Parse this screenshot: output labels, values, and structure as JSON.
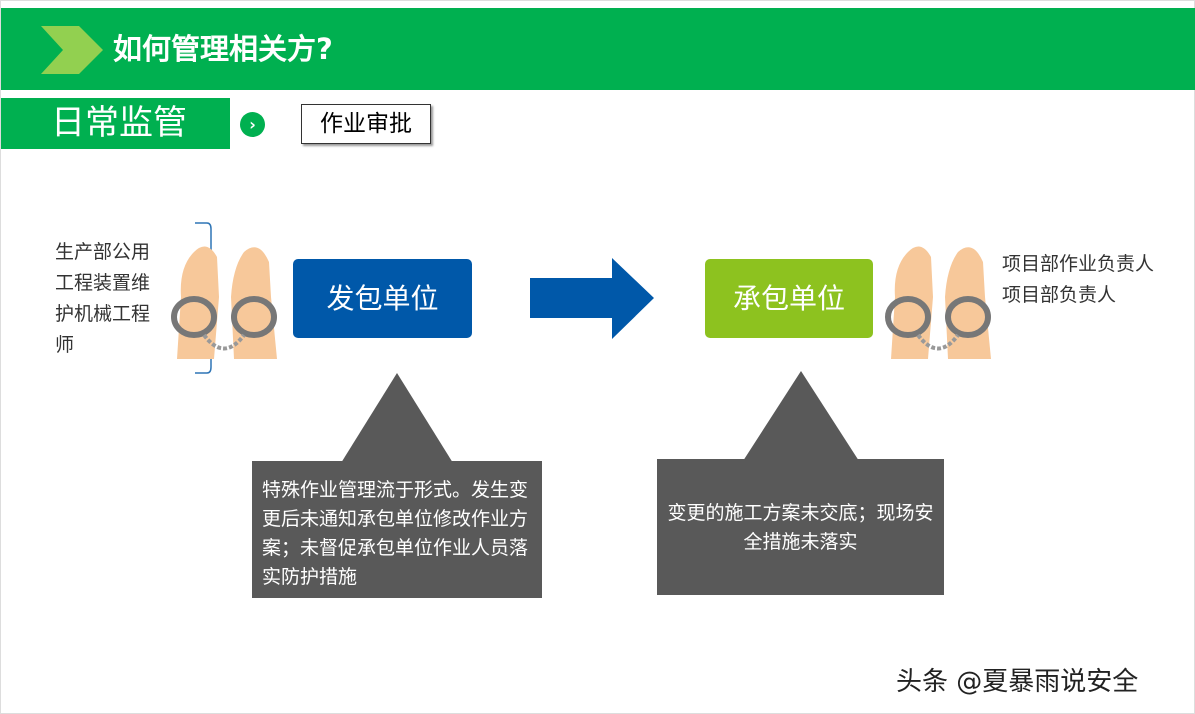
{
  "header": {
    "title": "如何管理相关方?"
  },
  "section": {
    "label": "日常监管",
    "tag": "作业审批",
    "arrow": "›"
  },
  "left": {
    "unit": "发包单位",
    "people": [
      "生产部公用",
      "工程装置维",
      "护机械工程",
      "师"
    ],
    "issue": "特殊作业管理流于形式。发生变更后未通知承包单位修改作业方案；未督促承包单位作业人员落实防护措施"
  },
  "right": {
    "unit": "承包单位",
    "people": [
      "项目部作业负责人",
      "项目部负责人"
    ],
    "issue": "变更的施工方案未交底；现场安全措施未落实"
  },
  "watermark": "头条 @夏暴雨说安全",
  "colors": {
    "green": "#00b050",
    "blue": "#0058a9",
    "lime": "#8dc21f",
    "gray": "#595959"
  }
}
